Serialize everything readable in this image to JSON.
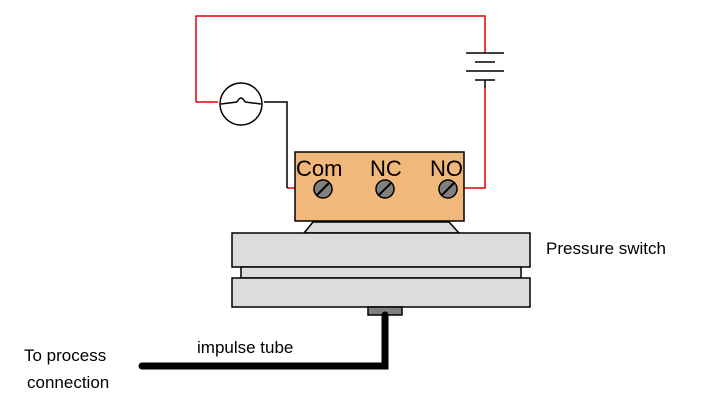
{
  "diagram": {
    "terminals": {
      "com": "Com",
      "nc": "NC",
      "no": "NO"
    },
    "labels": {
      "pressure_switch": "Pressure switch",
      "impulse_tube": "impulse tube",
      "process_line1": "To process",
      "process_line2": "connection"
    },
    "icons": {
      "lamp": "lamp-icon",
      "battery": "battery-icon",
      "screw": "screw-terminal-icon"
    },
    "colors": {
      "wire": "#e00000",
      "terminal_block": "#f0b87a",
      "switch_body": "#dcdcdc",
      "tube": "#000000",
      "fitting": "#808080"
    }
  }
}
